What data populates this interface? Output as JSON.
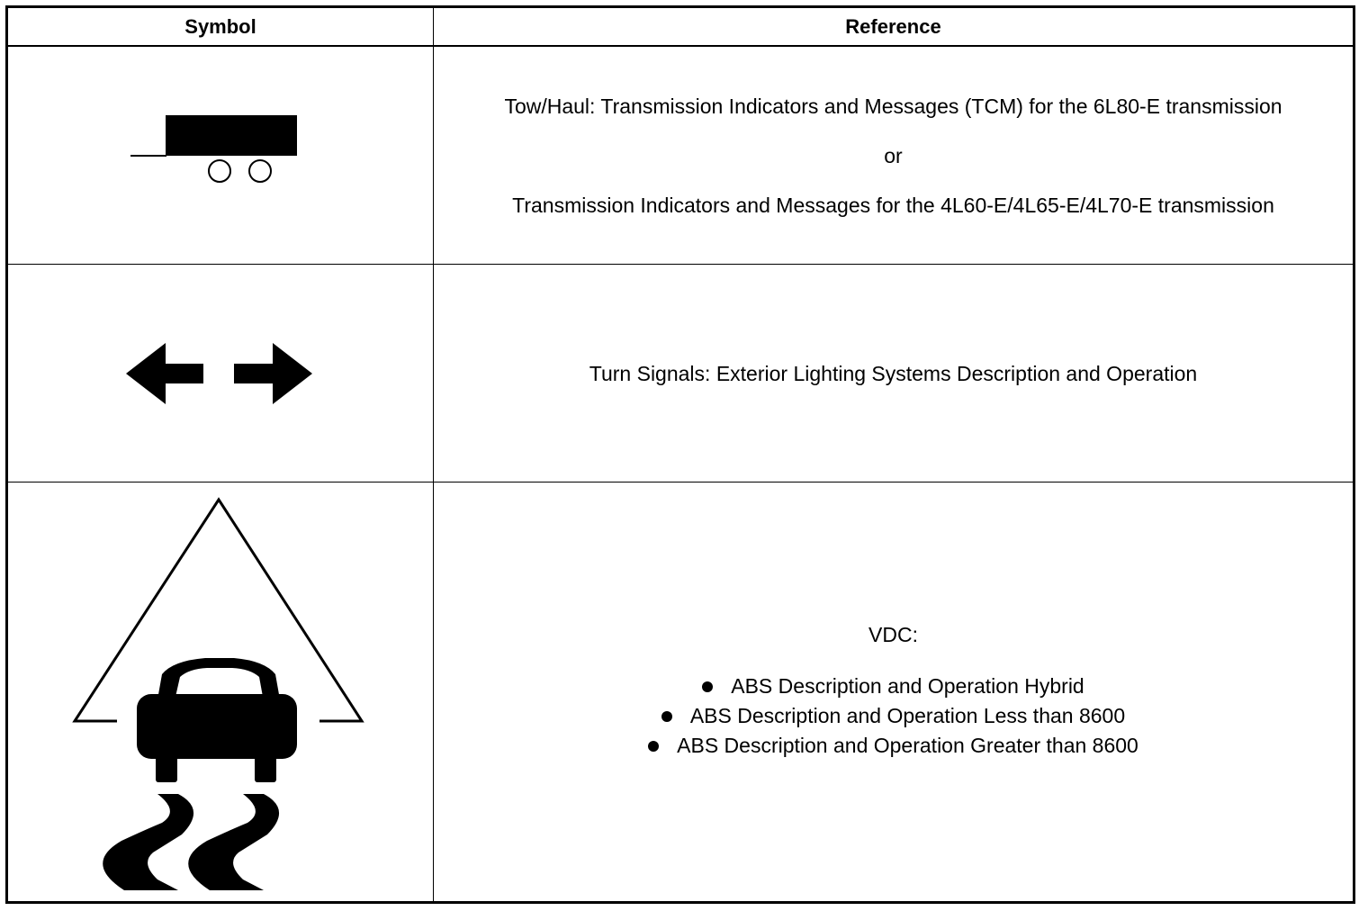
{
  "table": {
    "headers": {
      "symbol": "Symbol",
      "reference": "Reference"
    },
    "rows": [
      {
        "icon": "trailer-icon",
        "lines": [
          "Tow/Haul: Transmission Indicators and Messages (TCM) for the 6L80-E transmission",
          "or",
          "Transmission Indicators and Messages for the 4L60-E/4L65-E/4L70-E transmission"
        ]
      },
      {
        "icon": "turn-signal-arrows-icon",
        "lines": [
          "Turn Signals: Exterior Lighting Systems Description and Operation"
        ]
      },
      {
        "icon": "vehicle-skid-warning-icon",
        "title": "VDC:",
        "bullets": [
          "ABS Description and Operation Hybrid",
          "ABS Description and Operation Less than 8600",
          "ABS Description and Operation Greater than 8600"
        ]
      }
    ]
  }
}
